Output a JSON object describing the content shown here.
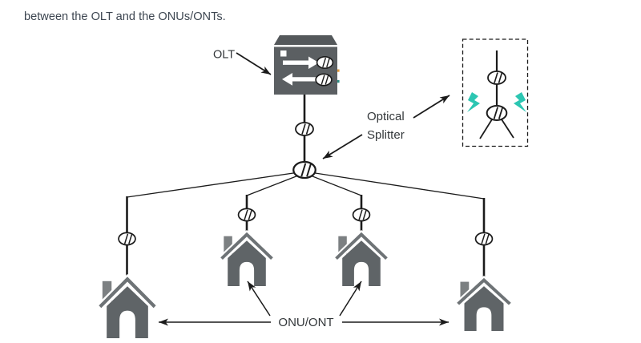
{
  "page": {
    "intro_text": "between the OLT and the ONUs/ONTs."
  },
  "diagram": {
    "olt_label": "OLT",
    "optical_splitter_label_line1": "Optical",
    "optical_splitter_label_line2": "Splitter",
    "onu_ont_label": "ONU/ONT",
    "onu_count": 4,
    "icons": {
      "olt_device": "network-switch-icon",
      "fiber_connector": "fiber-connector-icon",
      "optical_splitter": "optical-splitter-icon",
      "onu_ont": "house-icon",
      "signal_split": "lightning-bolt-icon"
    }
  },
  "theme": {
    "text_dark": "#3d4651",
    "label_dark": "#33373a",
    "line_black": "#1b1b1b",
    "device_gray": "#5b5f62",
    "device_top_gray": "#54585b",
    "house_body_gray": "#5f6467",
    "house_roof_gray": "#6e7376",
    "house_chimney_gray": "#7c8082",
    "bolt_teal": "#2cc6b2",
    "led_orange": "#e39b3c",
    "led_teal": "#2e8f85"
  }
}
